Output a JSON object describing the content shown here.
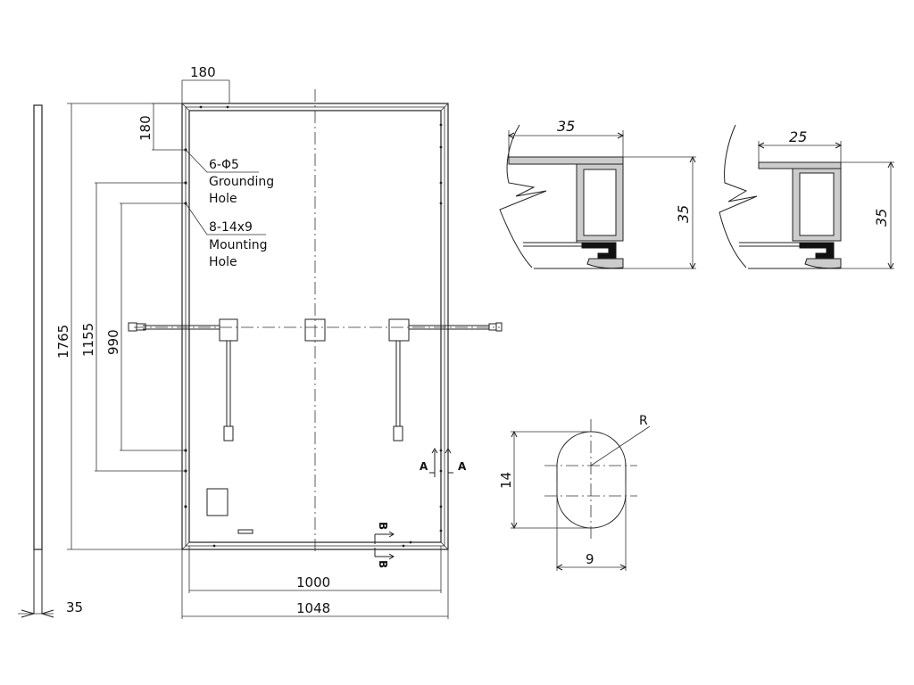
{
  "dimensions": {
    "corner_offset_x": "180",
    "corner_offset_y": "180",
    "total_length": "1765",
    "grounding_spacing": "1155",
    "mounting_spacing": "990",
    "frame_inner_width": "1000",
    "frame_outer_width": "1048",
    "frame_thickness": "35"
  },
  "callouts": {
    "grounding": {
      "spec": "6-Φ5",
      "line1": "Grounding",
      "line2": "Hole"
    },
    "mounting": {
      "spec": "8-14x9",
      "line1": "Mounting",
      "line2": "Hole"
    }
  },
  "sections": {
    "a_marker": "A",
    "b_marker": "B"
  },
  "profile_long": {
    "width": "35",
    "height": "35"
  },
  "profile_short": {
    "width": "25",
    "height": "35"
  },
  "slot_detail": {
    "radius_label": "R",
    "height": "14",
    "width": "9"
  }
}
